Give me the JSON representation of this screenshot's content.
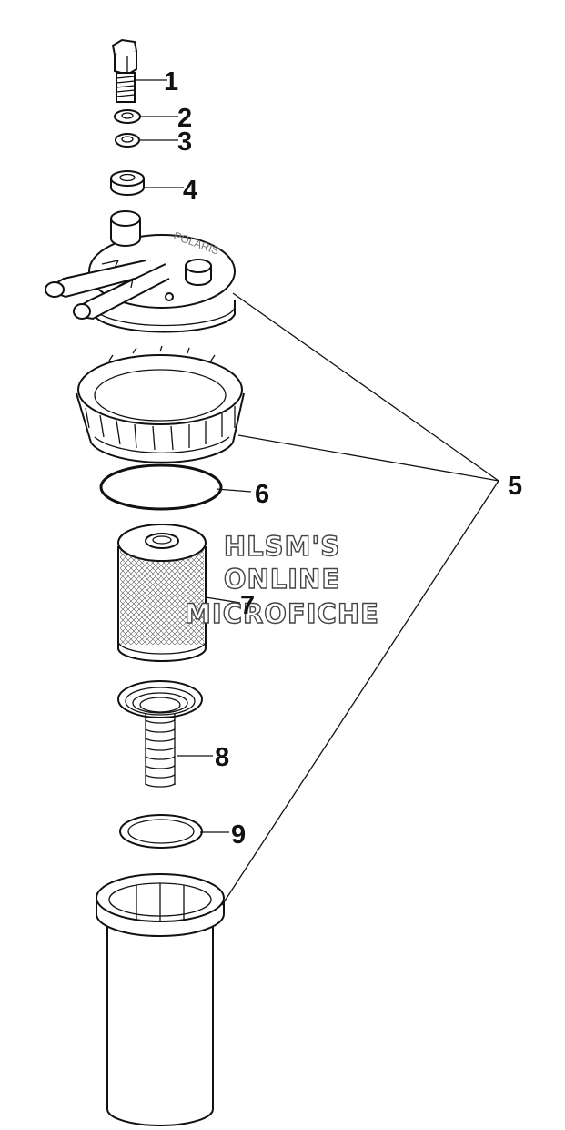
{
  "callouts": [
    "1",
    "2",
    "3",
    "4",
    "5",
    "6",
    "7",
    "8",
    "9"
  ],
  "watermark": {
    "line1": "HLSM'S",
    "line2": "ONLINE",
    "line3": "MICROFICHE"
  },
  "cap_lettering": "POLARIS"
}
